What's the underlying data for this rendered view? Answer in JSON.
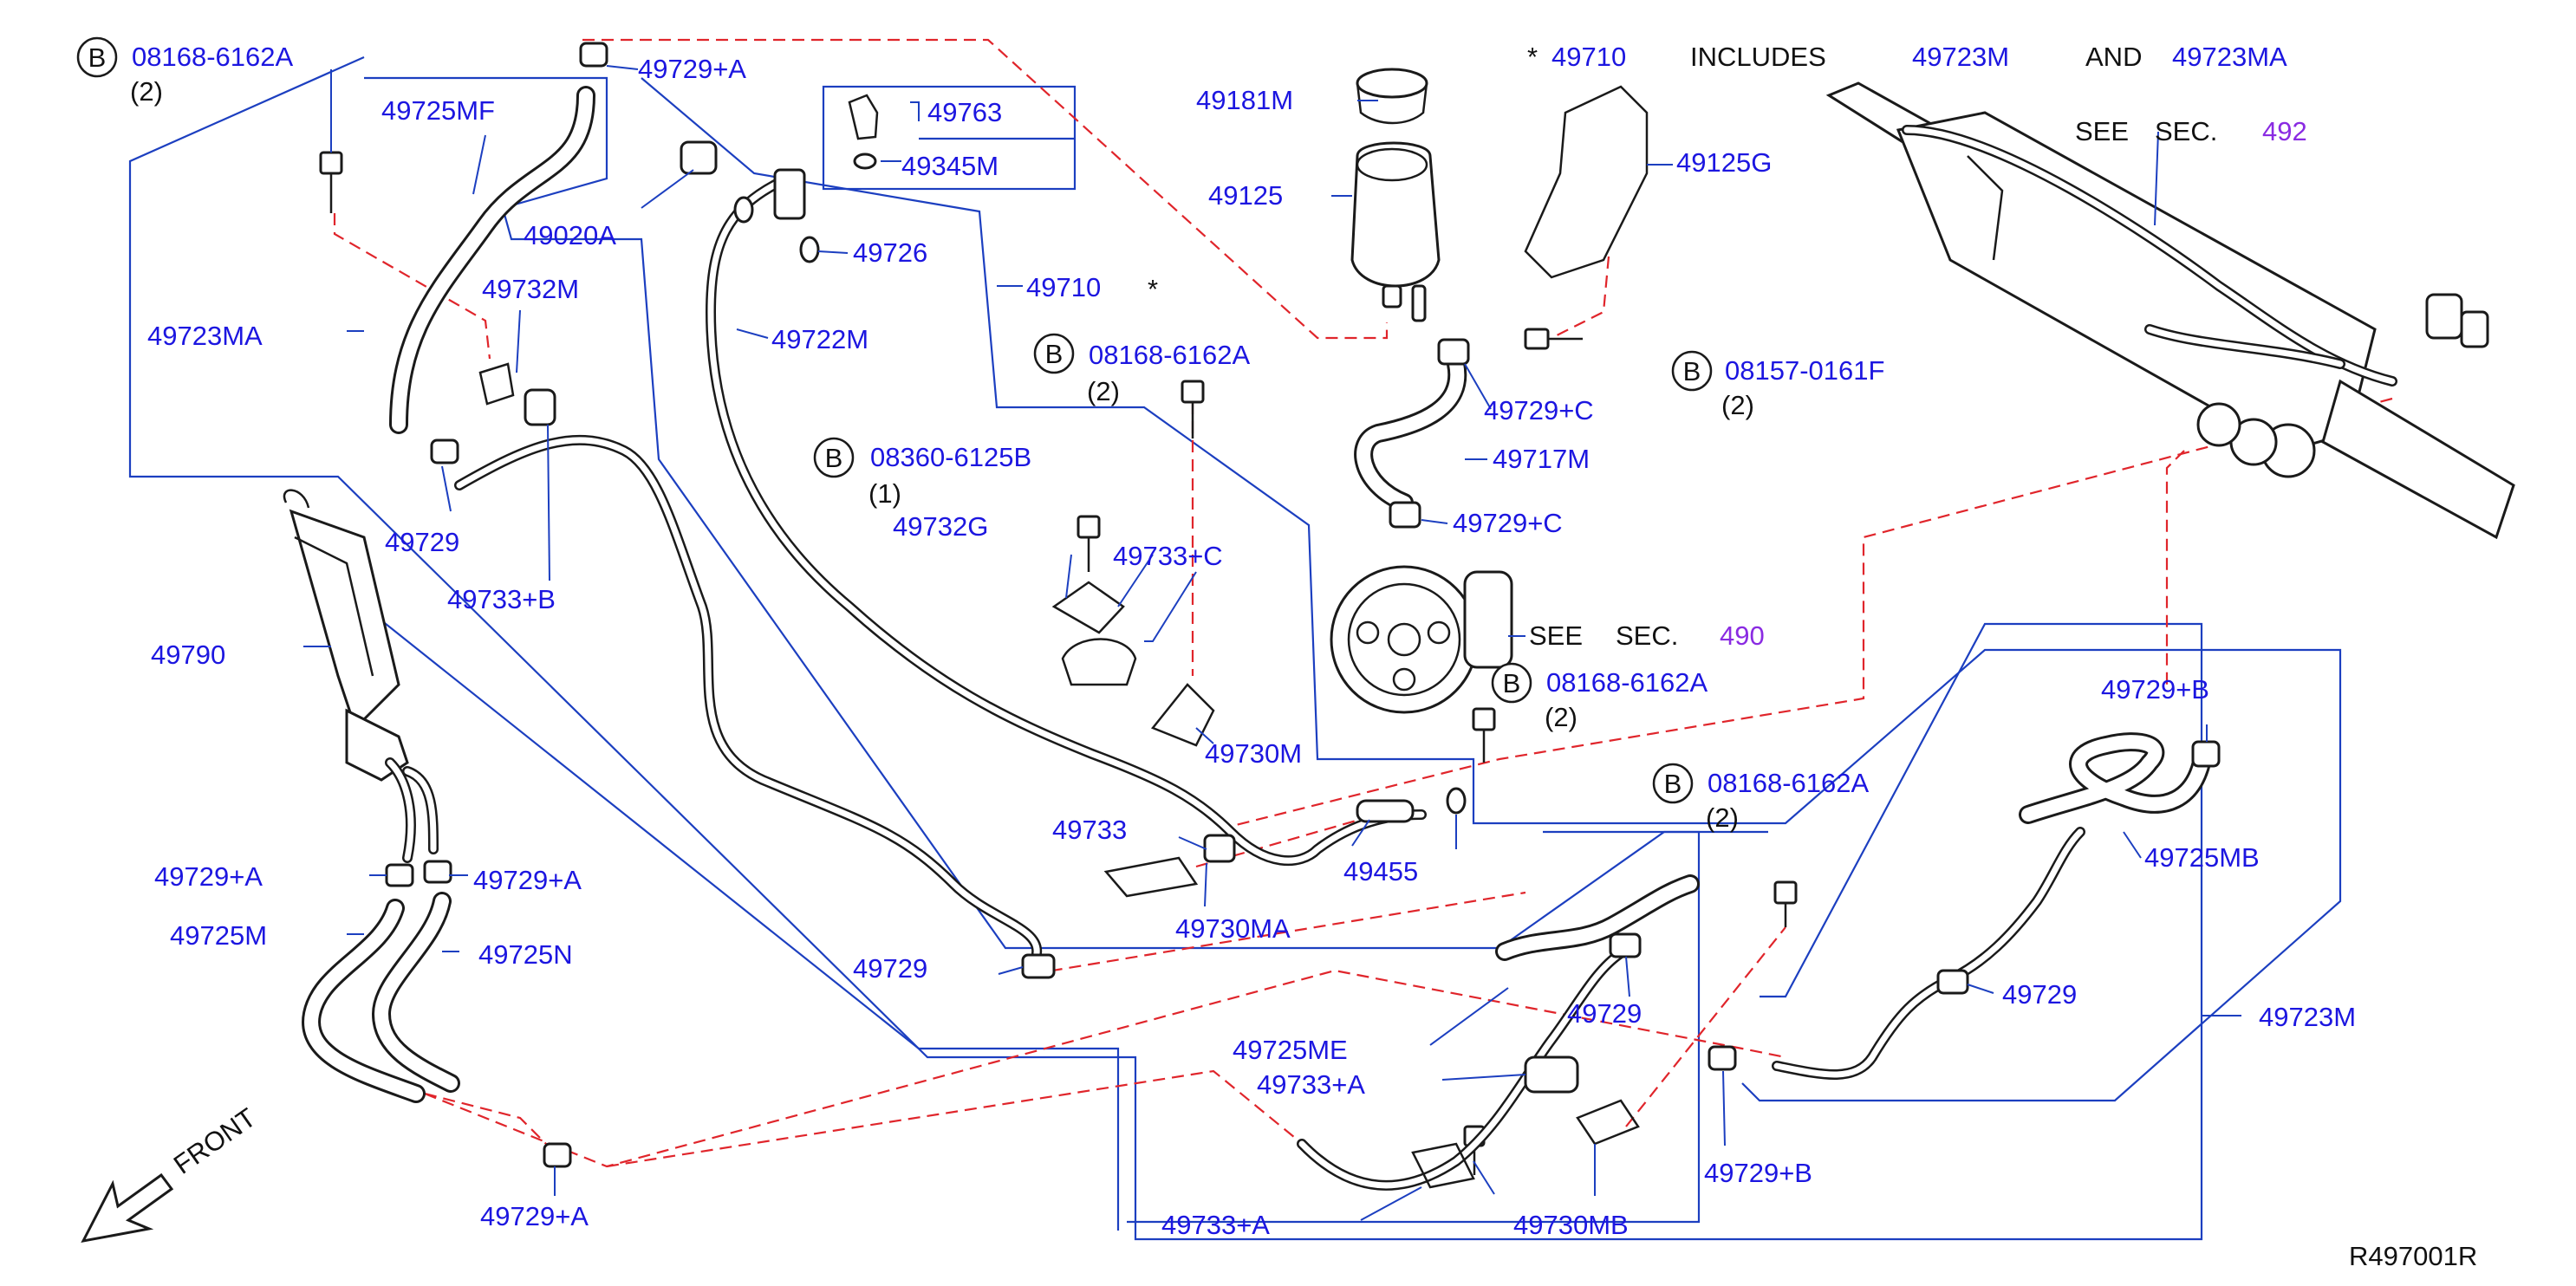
{
  "bolt_symbol": "B",
  "labels": {
    "b_08168_6162A_topleft": "08168-6162A",
    "qty2_topleft": "(2)",
    "p49729A_top": "49729+A",
    "p49725MF": "49725MF",
    "p49763": "49763",
    "p49345M": "49345M",
    "p49020A": "49020A",
    "p49726": "49726",
    "p49710_mid": "49710",
    "p49732M": "49732M",
    "p49722M": "49722M",
    "p49723MA": "49723MA",
    "b_08168_6162A_mid": "08168-6162A",
    "qty2_mid": "(2)",
    "b_08360_6125B": "08360-6125B",
    "qty1": "(1)",
    "p49729_left": "49729",
    "p49732G": "49732G",
    "p49733C": "49733+C",
    "p49733B": "49733+B",
    "p49790": "49790",
    "p49730M": "49730M",
    "p49733": "49733",
    "p49455": "49455",
    "p49729A_l1": "49729+A",
    "p49729A_l2": "49729+A",
    "p49730MA": "49730MA",
    "p49725M": "49725M",
    "p49725N": "49725N",
    "p49729_mid": "49729",
    "p49729_low": "49729",
    "p49725ME": "49725ME",
    "p49733A_1": "49733+A",
    "p49733A_2": "49733+A",
    "p49730MB": "49730MB",
    "p49729A_bottom": "49729+A",
    "p49181M": "49181M",
    "p49125": "49125",
    "p49710_top": "49710",
    "includes": "INCLUDES",
    "p49723M_top": "49723M",
    "and": "AND",
    "p49723MA_top": "49723MA",
    "see_sec_1": "SEE",
    "sec_1": "SEC.",
    "sec_492": "492",
    "p49125G": "49125G",
    "b_08157_0161F": "08157-0161F",
    "qty2_right": "(2)",
    "p49729C_1": "49729+C",
    "p49717M": "49717M",
    "p49729C_2": "49729+C",
    "see_sec_2": "SEE",
    "sec_2": "SEC.",
    "sec_490": "490",
    "b_08168_6162A_pump": "08168-6162A",
    "qty2_pump": "(2)",
    "b_08168_6162A_low": "08168-6162A",
    "qty2_low": "(2)",
    "p49729B_1": "49729+B",
    "p49725MB": "49725MB",
    "p49729_right": "49729",
    "p49723M_right": "49723M",
    "p49729B_2": "49729+B",
    "star1": "*",
    "star2": "*",
    "front": "FRONT",
    "ref_code": "R497001R"
  },
  "colors": {
    "label_blue": "#1c16e0",
    "leader_blue": "#1c3fc0",
    "dash_red": "#e0252b",
    "section_purple": "#8a2be2",
    "line_black": "#1a1a1a"
  }
}
